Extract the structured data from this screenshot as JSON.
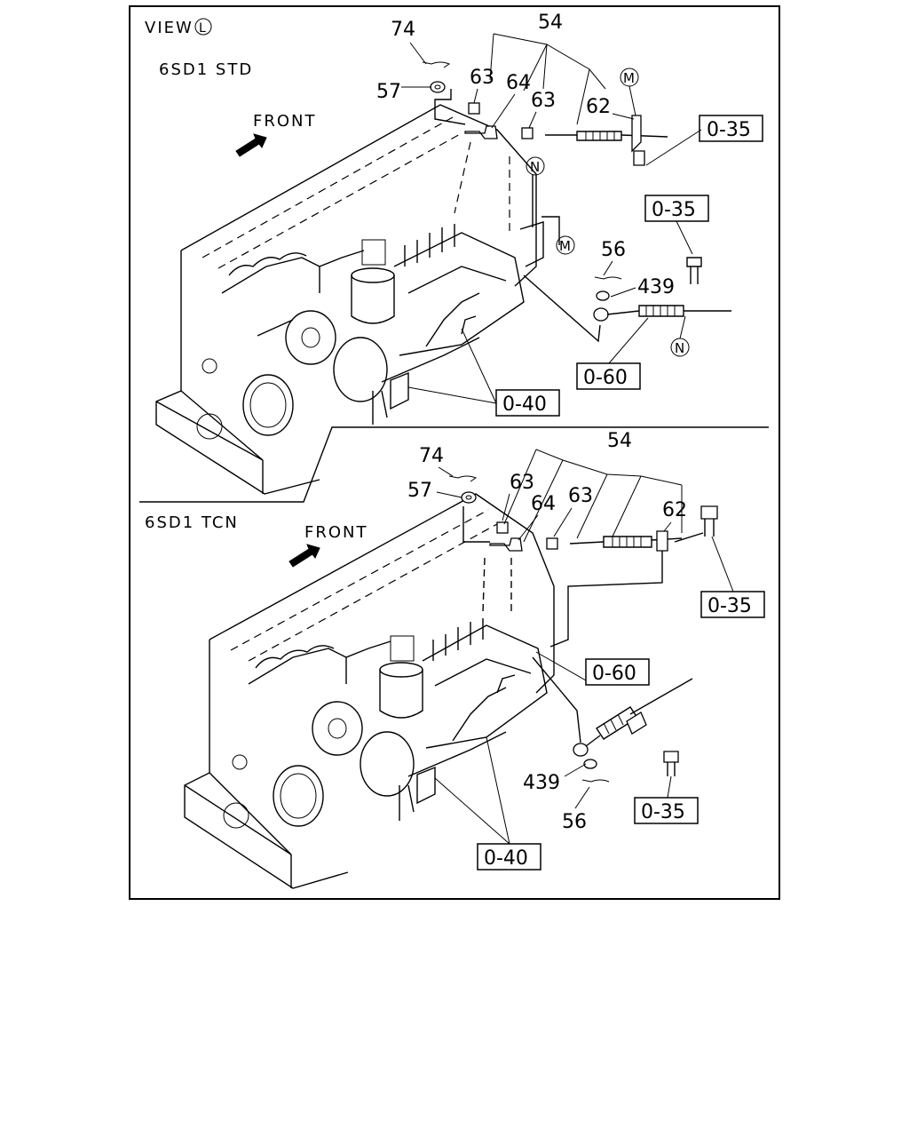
{
  "view": {
    "prefix": "VIEW",
    "letter": "L"
  },
  "sections": [
    {
      "title": "6SD1 STD",
      "front": "FRONT"
    },
    {
      "title": "6SD1 TCN",
      "front": "FRONT"
    }
  ],
  "callouts": {
    "n54": "54",
    "n74": "74",
    "n57": "57",
    "n63": "63",
    "n64": "64",
    "n62": "62",
    "n56": "56",
    "n439": "439"
  },
  "refs": {
    "r035": "0-35",
    "r040": "0-40",
    "r060": "0-60"
  },
  "circles": {
    "m": "M",
    "n": "N"
  },
  "icons": {
    "front_arrow": "arrow-icon"
  }
}
